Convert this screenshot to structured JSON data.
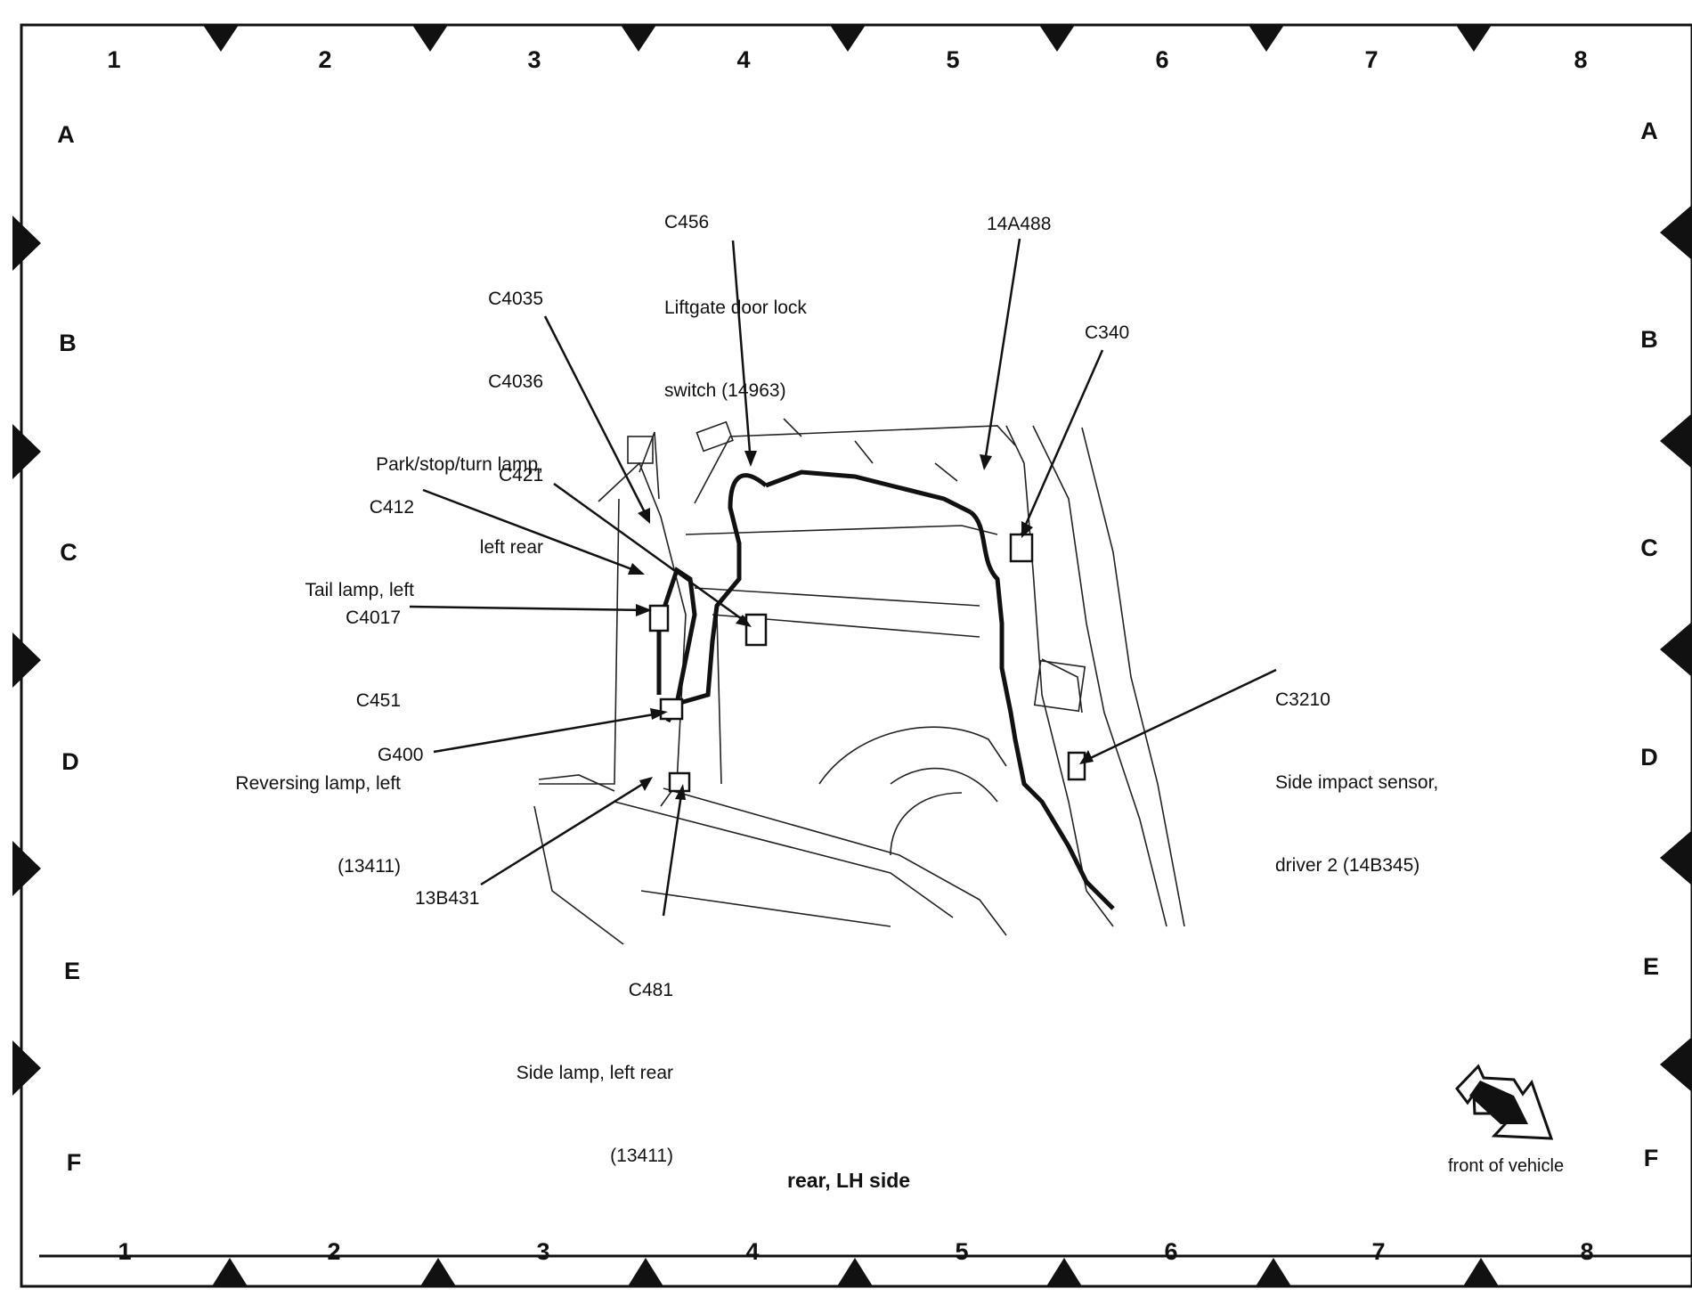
{
  "grid": {
    "columns": [
      "1",
      "2",
      "3",
      "4",
      "5",
      "6",
      "7",
      "8"
    ],
    "rows": [
      "A",
      "B",
      "C",
      "D",
      "E",
      "F"
    ]
  },
  "callouts": {
    "c456": {
      "code": "C456",
      "l1": "Liftgate door lock",
      "l2": "switch (14963)"
    },
    "c4035": {
      "code1": "C4035",
      "code2": "C4036",
      "l1": "Park/stop/turn lamp,",
      "l2": "left rear"
    },
    "p14a488": {
      "code": "14A488"
    },
    "c340": {
      "code": "C340"
    },
    "c412": {
      "code": "C412",
      "l1": "Tail lamp, left"
    },
    "c421": {
      "code": "C421"
    },
    "c4017": {
      "code1": "C4017",
      "code2": "C451",
      "l1": "Reversing lamp, left",
      "l2": "(13411)"
    },
    "c3210": {
      "code": "C3210",
      "l1": "Side impact sensor,",
      "l2": "driver 2 (14B345)"
    },
    "g400": {
      "code": "G400"
    },
    "p13b431": {
      "code": "13B431"
    },
    "c481": {
      "code": "C481",
      "l1": "Side lamp, left rear",
      "l2": "(13411)"
    }
  },
  "caption": "rear, LH side",
  "front_label": "front of vehicle",
  "icons": [
    "front-direction-arrow-icon"
  ]
}
